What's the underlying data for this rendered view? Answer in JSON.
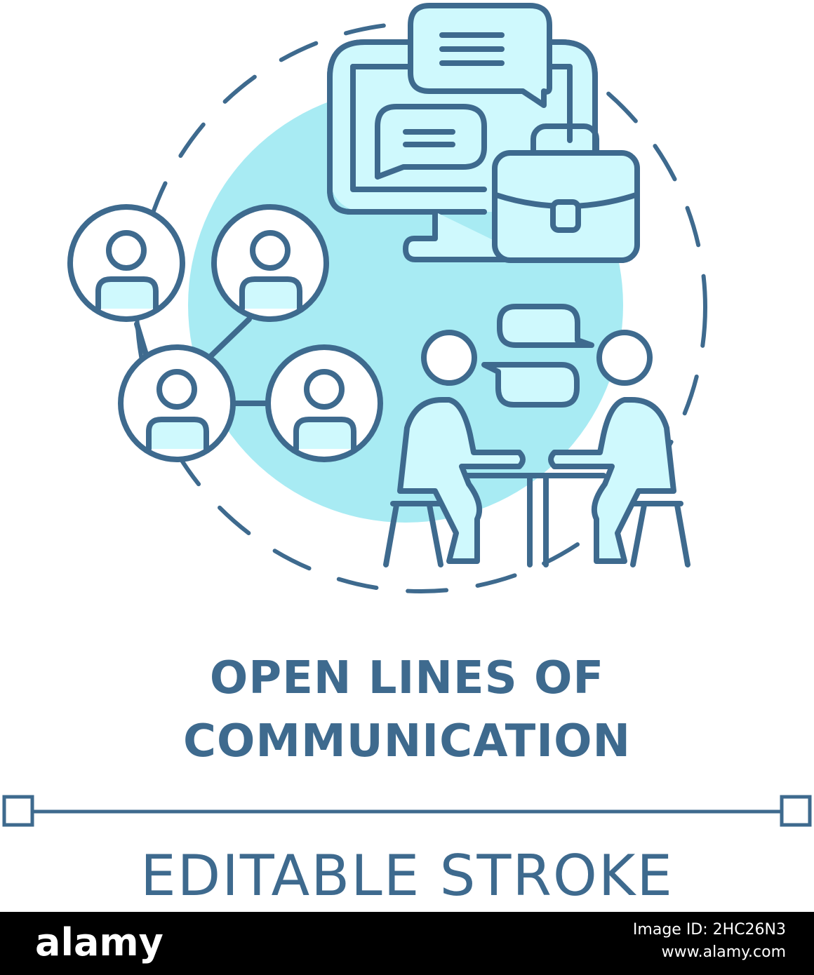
{
  "title": {
    "line1": "OPEN LINES OF",
    "line2": "COMMUNICATION"
  },
  "footer": {
    "label": "EDITABLE STROKE"
  },
  "watermark": {
    "logo": "alamy",
    "image_id_label": "Image ID: 2HC26N3",
    "site": "www.alamy.com"
  },
  "colors": {
    "stroke": "#3e6a8e",
    "fill_light": "#cff9fd",
    "fill_bg": "#a8ebf3",
    "background": "#ffffff",
    "watermark_bar": "#000000"
  },
  "icons": [
    "team-network-icon",
    "computer-chat-icon",
    "briefcase-icon",
    "meeting-people-icon"
  ]
}
